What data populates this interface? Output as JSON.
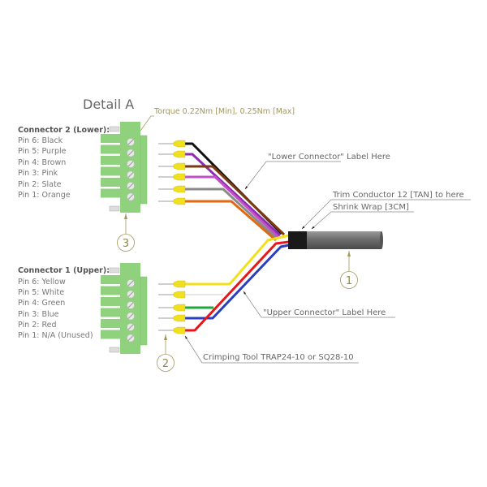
{
  "title": "Detail A",
  "torque_note": "Torque 0.22Nm [Min], 0.25Nm [Max]",
  "connector2": {
    "heading": "Connector 2 (Lower):",
    "pins": [
      "Pin 6: Black",
      "Pin 5: Purple",
      "Pin 4: Brown",
      "Pin 3: Pink",
      "Pin 2: Slate",
      "Pin 1: Orange"
    ],
    "callout": "3"
  },
  "connector1": {
    "heading": "Connector 1 (Upper):",
    "pins": [
      "Pin 6: Yellow",
      "Pin 5: White",
      "Pin 4: Green",
      "Pin 3: Blue",
      "Pin 2: Red",
      "Pin 1: N/A (Unused)"
    ],
    "callout": "2"
  },
  "labels": {
    "lower_connector": "\"Lower Connector\" Label Here",
    "upper_connector": "\"Upper Connector\" Label Here",
    "trim": "Trim Conductor 12 [TAN] to here",
    "shrink": "Shrink Wrap [3CM]",
    "crimp": "Crimping Tool TRAP24-10 or SQ28-10",
    "cable_callout": "1"
  },
  "colors": {
    "connector_green": "#8fd17d",
    "ferrule_yellow": "#f0e020",
    "black": "#111111",
    "purple": "#8e2bb0",
    "brown": "#7a3b12",
    "pink": "#c04fc8",
    "slate": "#8a8a8a",
    "orange": "#e06a10",
    "yellow": "#f2e01a",
    "white": "#dddddd",
    "green": "#1ea83a",
    "blue": "#2a3fbf",
    "red": "#e8161a",
    "cable": "#6e6e6e",
    "shrink": "#1a1a1a",
    "callout": "#a3975a"
  }
}
